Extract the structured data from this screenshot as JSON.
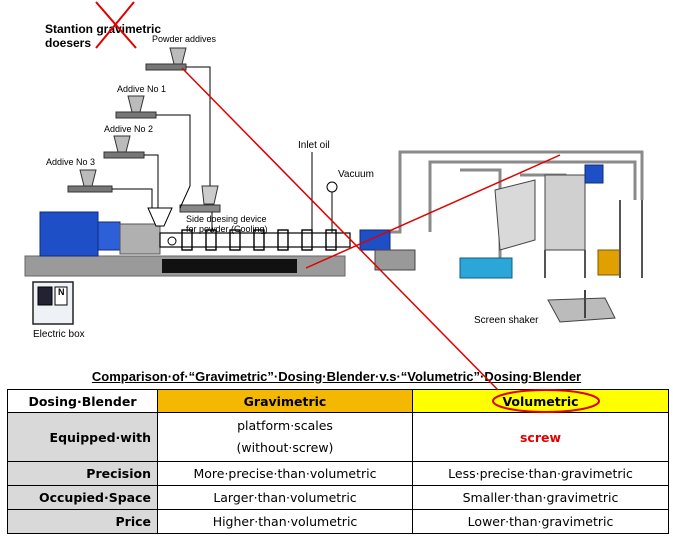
{
  "diagram": {
    "gravimetric_dosers_label": "Stantion gravimetric doesers",
    "powder_label": "Powder addives",
    "additive1_label": "Addive No 1",
    "additive2_label": "Addive No 2",
    "additive3_label": "Addive No 3",
    "inlet_oil_label": "Inlet oil",
    "vacuum_label": "Vacuum",
    "side_device_label_1": "Side doesing device",
    "side_device_label_2": "for powder (Cooling)",
    "electric_box_label": "Electric box",
    "screen_shaker_label": "Screen shaker",
    "switch_mark": "N"
  },
  "table": {
    "caption": "Comparison·of·“Gravimetric”·Dosing·Blender·v.s·“Volumetric”·Dosing·Blender",
    "header": {
      "col0": "Dosing·Blender",
      "col1": "Gravimetric",
      "col2": "Volumetric"
    },
    "rows": [
      {
        "label": "Equipped·with",
        "grav_line1": "platform·scales",
        "grav_line2": "(without·screw)",
        "vol": "screw"
      },
      {
        "label": "Precision",
        "grav": "More·precise·than·volumetric",
        "vol": "Less·precise·than·gravimetric"
      },
      {
        "label": "Occupied·Space",
        "grav": "Larger·than·volumetric",
        "vol": "Smaller·than·gravimetric"
      },
      {
        "label": "Price",
        "grav": "Higher·than·volumetric",
        "vol": "Lower·than·gravimetric"
      }
    ]
  },
  "colors": {
    "annotation_red": "#e00000",
    "gravimetric_header": "#f5b800",
    "volumetric_header": "#ffff00",
    "row_header_gray": "#d9d9d9",
    "machine_blue": "#1f4fc6"
  }
}
